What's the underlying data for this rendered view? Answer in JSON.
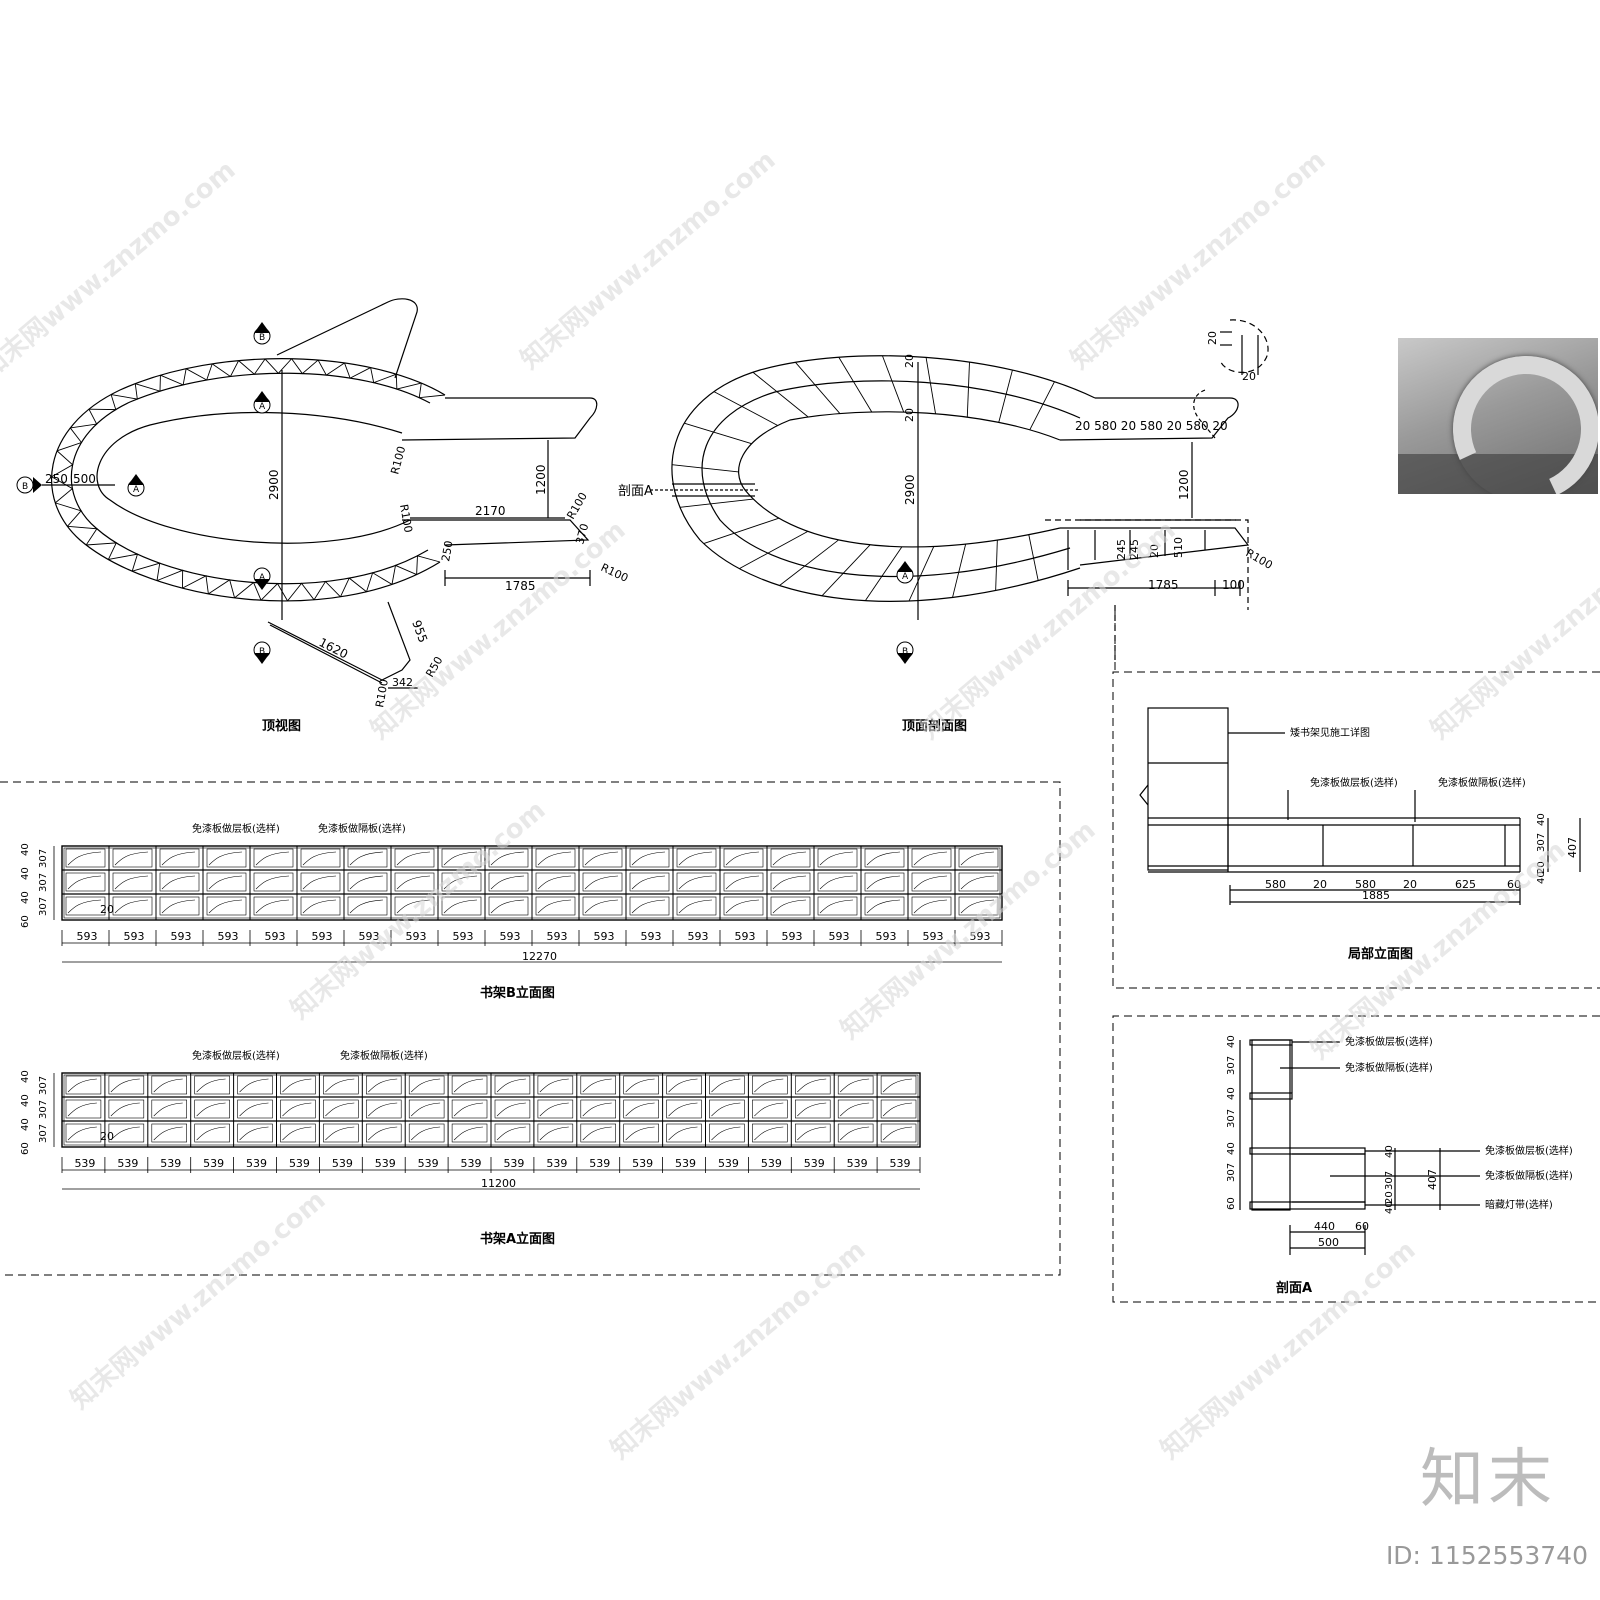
{
  "views": {
    "top_view": "顶视图",
    "top_section": "顶面剖面图",
    "shelf_b": "书架B立面图",
    "shelf_a": "书架A立面图",
    "local_elev": "局部立面图",
    "section_a": "剖面A"
  },
  "markers": {
    "a": "A",
    "b": "B",
    "section_label": "剖面A"
  },
  "top_view_dims": {
    "d2900": "2900",
    "d1200": "1200",
    "d250": "250",
    "d500": "500",
    "r100a": "R100",
    "r100b": "R100",
    "r100c": "R100",
    "r100d": "R100",
    "r100e": "R100",
    "d2170": "2170",
    "d370": "370",
    "d250b": "250",
    "d1785": "1785",
    "d1620": "1620",
    "d955": "955",
    "d342": "342",
    "r50": "R50"
  },
  "section_dims": {
    "d20a": "20",
    "d20b": "20",
    "d2900": "2900",
    "d1200": "1200",
    "top_row": "20  580  20  580  20  580  20",
    "d245a": "245",
    "d245b": "245",
    "d20c": "20",
    "d510": "510",
    "d1785": "1785",
    "d100": "100",
    "r100": "R100",
    "detail_20a": "20",
    "detail_20b": "20"
  },
  "annotations": {
    "shelf_board": "免漆板做层板(选样)",
    "divider_board": "免漆板做隔板(选样)",
    "see_detail": "矮书架见施工详图",
    "hidden_light": "暗藏灯带(选样)"
  },
  "shelf_b": {
    "bay_width": "593",
    "bays": 20,
    "total": "12270",
    "heights": [
      "40",
      "307",
      "40",
      "307",
      "40",
      "307",
      "60"
    ],
    "gap": "20"
  },
  "shelf_a": {
    "bay_width": "539",
    "bays": 20,
    "total": "11200",
    "heights": [
      "40",
      "307",
      "40",
      "307",
      "40",
      "307",
      "60"
    ],
    "gap": "20"
  },
  "local_elev": {
    "bottom_dims": [
      "580",
      "20",
      "580",
      "20",
      "625",
      "60"
    ],
    "total": "1885",
    "right_dims": [
      "40",
      "307",
      "20",
      "40"
    ],
    "overall": "407"
  },
  "section_a": {
    "left_dims": [
      "40",
      "307",
      "40",
      "307",
      "40",
      "307",
      "60"
    ],
    "right_dims": [
      "40",
      "307",
      "20",
      "40"
    ],
    "overall": "407",
    "bottom_dims": [
      "440",
      "60"
    ],
    "total": "500"
  },
  "watermark": {
    "text": "知末网www.znzmo.com",
    "brand": "知末",
    "id": "ID: 1152553740"
  }
}
